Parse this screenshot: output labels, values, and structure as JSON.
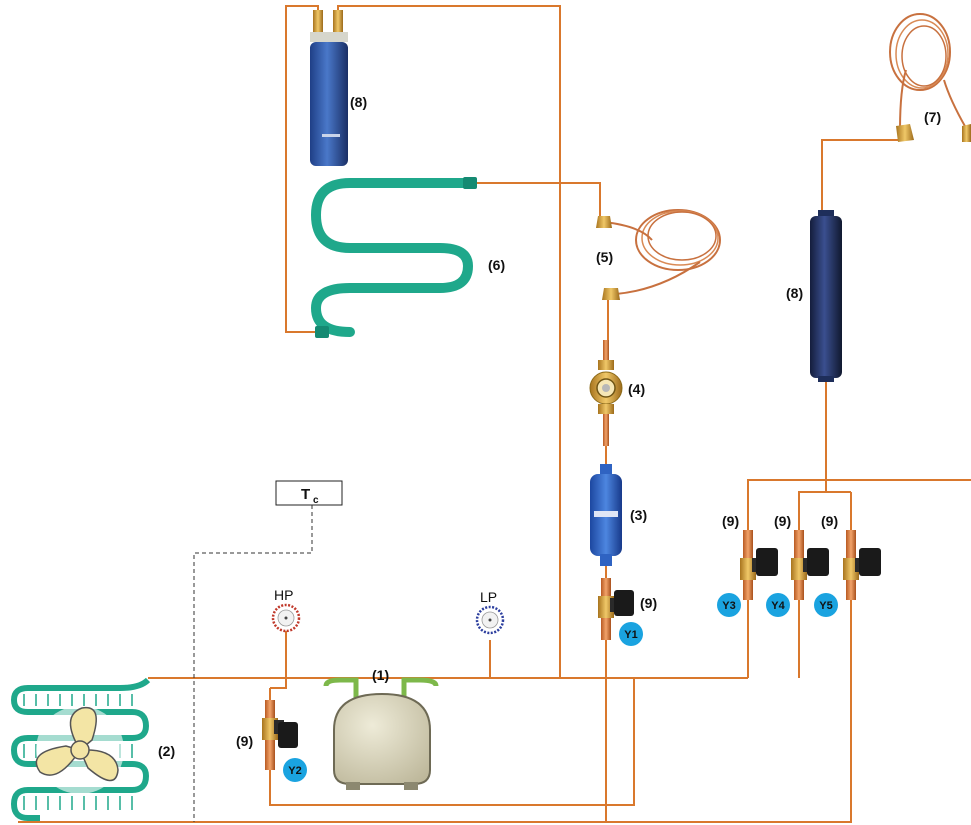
{
  "labels": {
    "compressor": "(1)",
    "condenser": "(2)",
    "filter_drier": "(3)",
    "sight_glass": "(4)",
    "capillary_left": "(5)",
    "evaporator": "(6)",
    "capillary_right": "(7)",
    "accumulator_top": "(8)",
    "accumulator_right": "(8)",
    "valve_y1": "(9)",
    "valve_y2": "(9)",
    "valve_y3": "(9)",
    "valve_y4": "(9)",
    "valve_y5": "(9)"
  },
  "gauges": {
    "hp": "HP",
    "lp": "LP"
  },
  "sensor": {
    "main": "T",
    "sub": "c"
  },
  "valves": {
    "y1": "Y1",
    "y2": "Y2",
    "y3": "Y3",
    "y4": "Y4",
    "y5": "Y5"
  },
  "colors": {
    "pipe": "#d9782d",
    "coil": "#1fa88b",
    "accumulator": "#2b57a5",
    "accumulator_dark": "#1e2e5a",
    "filter_drier": "#2f63c2",
    "compressor": "#dcd8c0",
    "valve_badge": "#1aa3e0",
    "copper": "#c8713f",
    "brass": "#c9a441"
  }
}
